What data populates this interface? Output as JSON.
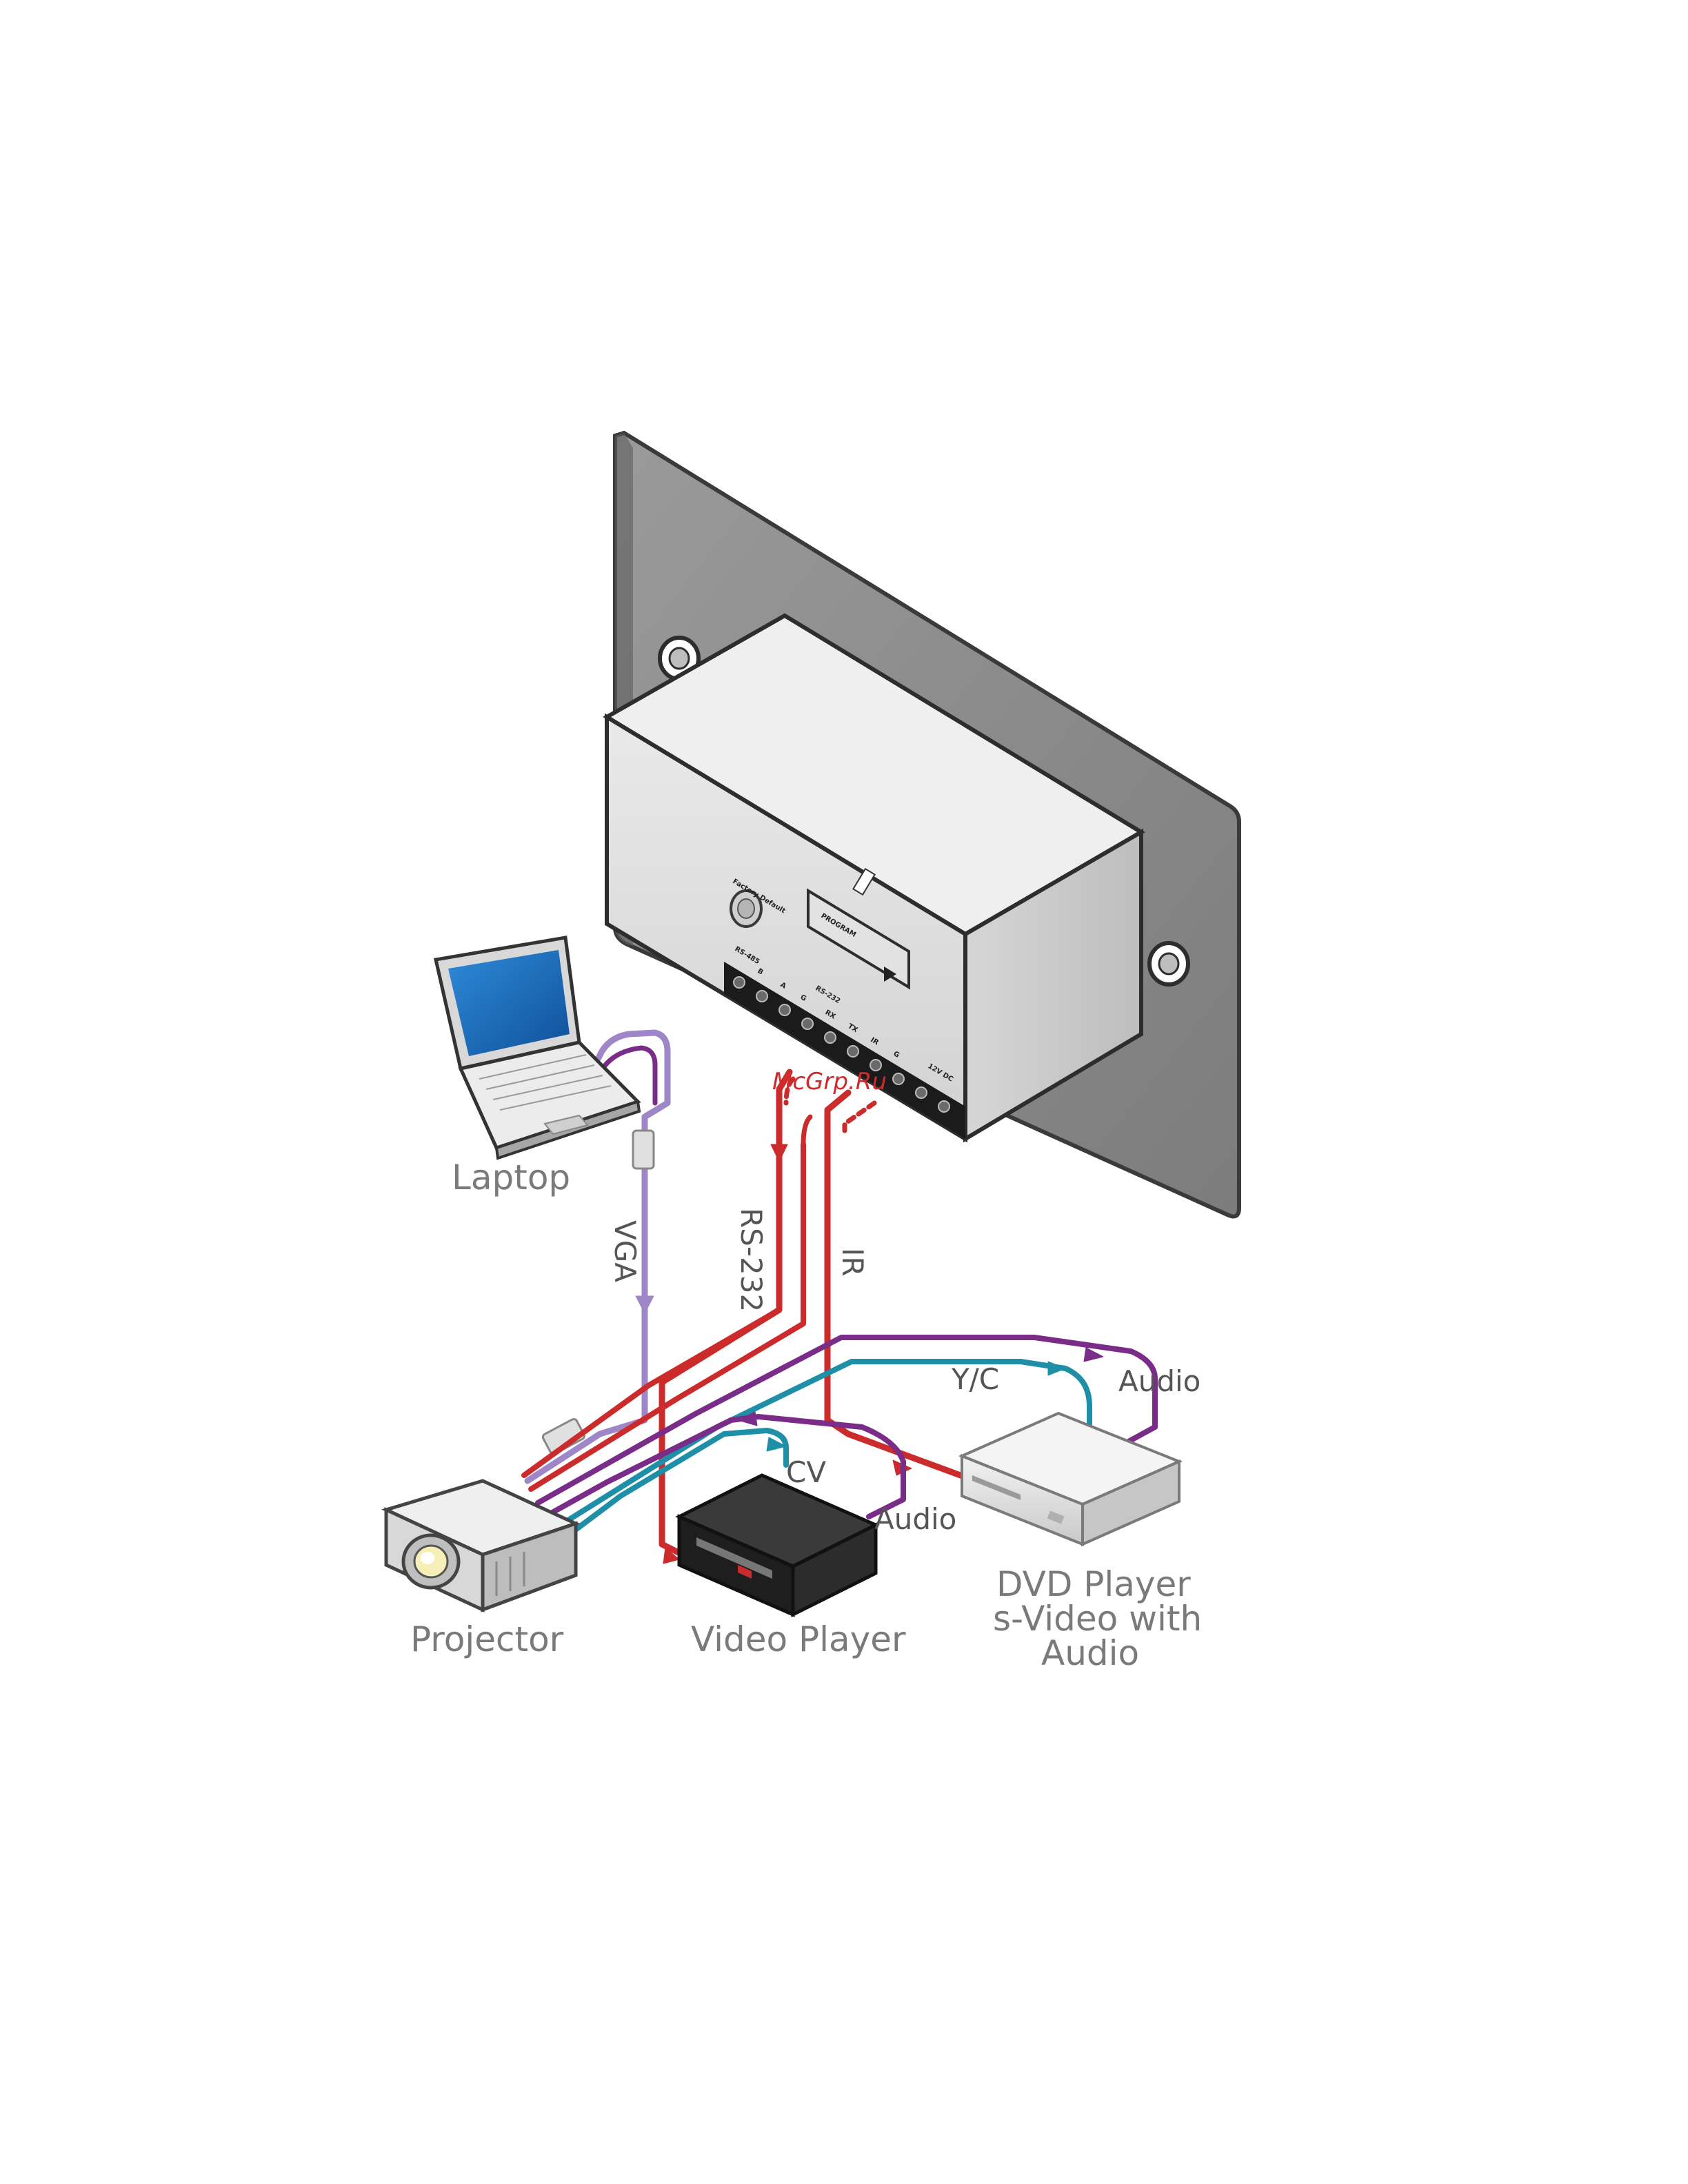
{
  "diagram": {
    "nodes": [
      {
        "id": "laptop",
        "label": "Laptop"
      },
      {
        "id": "projector",
        "label": "Projector"
      },
      {
        "id": "video_player",
        "label": "Video Player"
      },
      {
        "id": "dvd_player",
        "label_lines": [
          "DVD Player",
          "s-Video with",
          "Audio"
        ]
      },
      {
        "id": "wall_plate",
        "label": ""
      }
    ],
    "connections": [
      {
        "label": "VGA",
        "color": "#9e86c8"
      },
      {
        "label": "RS-232",
        "color": "#cc2b2b"
      },
      {
        "label": "IR",
        "color": "#cc2b2b"
      },
      {
        "label": "Y/C",
        "color": "#1f8fa8"
      },
      {
        "label": "Audio",
        "color": "#7a2d88",
        "id": "dvd_audio"
      },
      {
        "label": "CV",
        "color": "#1f8fa8"
      },
      {
        "label": "Audio",
        "color": "#7a2d88",
        "id": "vp_audio"
      }
    ],
    "device_panel": {
      "factory_default": "Factory Default",
      "program": "PROGRAM",
      "terminals": [
        "RS-485",
        "B",
        "A",
        "G",
        "RS-232",
        "RX",
        "TX",
        "IR",
        "G",
        "12V DC"
      ]
    },
    "watermark": "McGrp.Ru"
  }
}
